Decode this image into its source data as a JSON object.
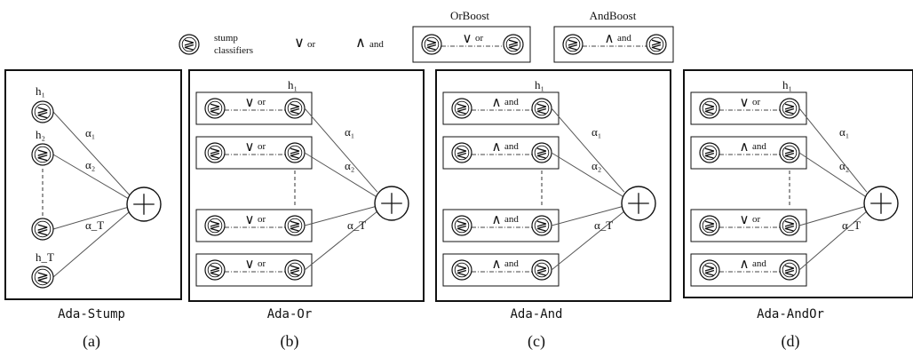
{
  "legend": {
    "stump_line1": "stump",
    "stump_line2": "classifiers",
    "or_label": "or",
    "and_label": "and",
    "orboost_title": "OrBoost",
    "andboost_title": "AndBoost"
  },
  "symbols": {
    "or": "∨",
    "and": "∧",
    "sum": "+",
    "stump": "≷"
  },
  "panels": [
    {
      "kind": "stump",
      "name": "Ada-Stump",
      "tag": "(a)",
      "node_labels": [
        "h₁",
        "h₂",
        "h_T"
      ],
      "weight_labels": [
        "α₁",
        "α₂",
        "α_T"
      ]
    },
    {
      "kind": "boost",
      "name": "Ada-Or",
      "tag": "(b)",
      "top_label": "h₁",
      "blocks": [
        "or",
        "or",
        "or",
        "or"
      ],
      "weight_labels": [
        "α₁",
        "α₂",
        "α_T"
      ]
    },
    {
      "kind": "boost",
      "name": "Ada-And",
      "tag": "(c)",
      "top_label": "h₁",
      "blocks": [
        "and",
        "and",
        "and",
        "and"
      ],
      "weight_labels": [
        "α₁",
        "α₂",
        "α_T"
      ]
    },
    {
      "kind": "boost",
      "name": "Ada-AndOr",
      "tag": "(d)",
      "top_label": "h₁",
      "blocks": [
        "or",
        "and",
        "or",
        "and"
      ],
      "weight_labels": [
        "α₁",
        "α₂",
        "α_T"
      ]
    }
  ]
}
